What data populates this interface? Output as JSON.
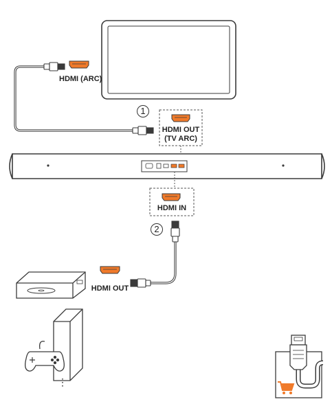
{
  "labels": {
    "tv_hdmi": "HDMI (ARC)",
    "bar_out_line1": "HDMI OUT",
    "bar_out_line2": "(TV ARC)",
    "bar_in": "HDMI IN",
    "player_out": "HDMI OUT"
  },
  "steps": {
    "one": "1",
    "two": "2"
  },
  "more": {
    "dots": "⋮"
  },
  "colors": {
    "line": "#3a3a3a",
    "port_fill": "#f07a2a",
    "soundbar_fill": "#ffffff",
    "dashed_box": "#555555",
    "cart": "#f07a2a"
  },
  "icons": {
    "tv": "tv-icon",
    "soundbar": "soundbar-icon",
    "player": "disc-player-icon",
    "console": "game-console-icon",
    "controller": "gamepad-icon",
    "cable": "hdmi-cable-icon",
    "cart": "shopping-cart-icon"
  }
}
